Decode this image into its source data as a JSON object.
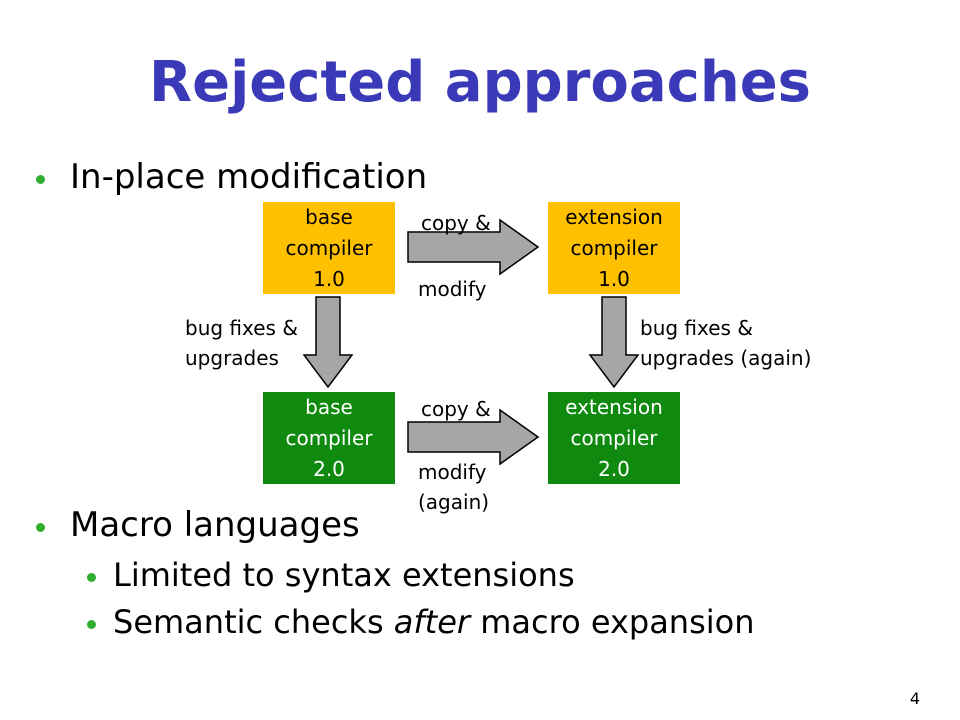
{
  "slide": {
    "title": "Rejected approaches",
    "bullets": {
      "b1": "In-place modification",
      "b2": "Macro languages",
      "b2_sub1": "Limited to syntax extensions",
      "b2_sub2_before": "Semantic checks ",
      "b2_sub2_em": "after",
      "b2_sub2_after": " macro expansion"
    },
    "page_number": "4"
  },
  "diagram": {
    "boxes": {
      "base1": "base\ncompiler\n1.0",
      "ext1": "extension\ncompiler\n1.0",
      "base2": "base\ncompiler\n2.0",
      "ext2": "extension\ncompiler\n2.0"
    },
    "labels": {
      "copy_top": "copy &",
      "modify_top": "modify",
      "copy_bottom": "copy &",
      "modify_bottom": "modify\n(again)",
      "left_down": "bug fixes &\nupgrades",
      "right_down": "bug fixes &\nupgrades (again)"
    },
    "colors": {
      "title": "#3a3ab8",
      "bullet": "#2fae2f",
      "version1_box": "#ffc000",
      "version2_box": "#0f8a0f",
      "arrow_fill": "#a6a6a6"
    }
  }
}
